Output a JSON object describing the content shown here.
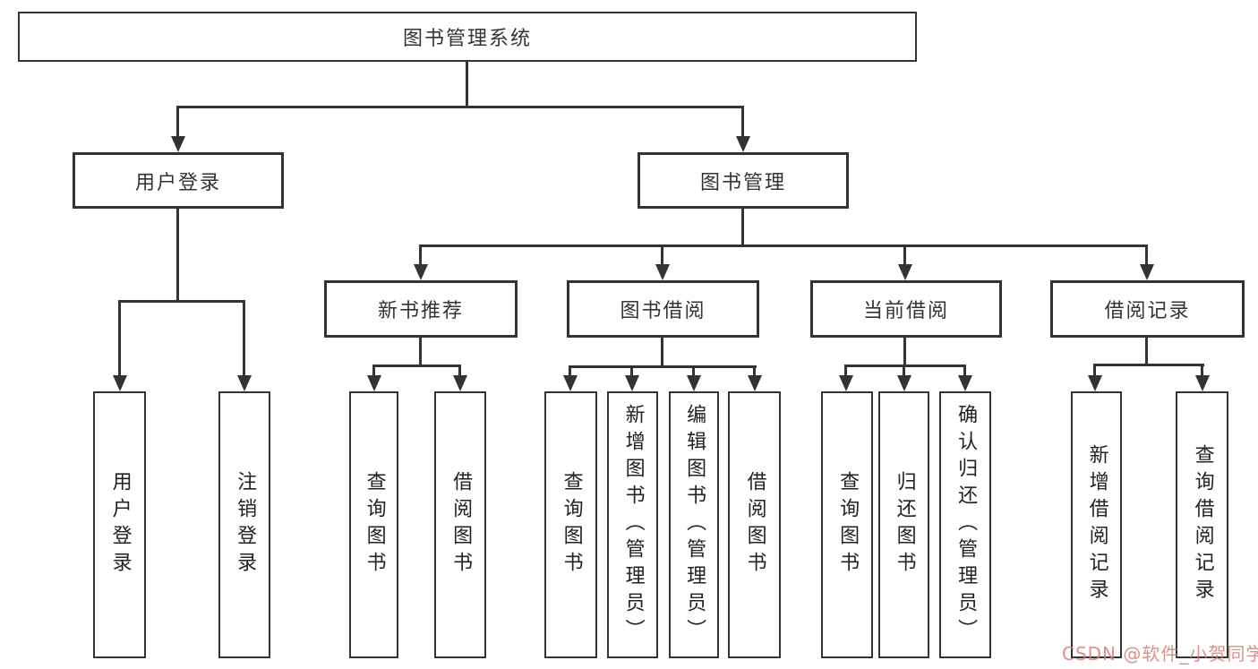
{
  "diagram": {
    "title": "图书管理系统",
    "level2": {
      "user_login": "用户登录",
      "book_management": "图书管理"
    },
    "level3": {
      "new_book_recommend": "新书推荐",
      "book_borrow": "图书借阅",
      "current_borrow": "当前借阅",
      "borrow_record": "借阅记录"
    },
    "leaves": {
      "user_login": "用户登录",
      "logout": "注销登录",
      "nbr_query_book": "查询图书",
      "nbr_borrow_book": "借阅图书",
      "bb_query_book": "查询图书",
      "bb_add_book_admin": "新增图书（管理员）",
      "bb_edit_book_admin": "编辑图书（管理员）",
      "bb_borrow_book": "借阅图书",
      "cb_query_book": "查询图书",
      "cb_return_book": "归还图书",
      "cb_confirm_return_admin": "确认归还（管理员）",
      "br_add_record": "新增借阅记录",
      "br_query_record": "查询借阅记录"
    }
  },
  "watermark": {
    "text": "CSDN @软件_小贺同学",
    "color": "#d67d73"
  },
  "colors": {
    "line": "#333333",
    "background": "#ffffff",
    "text": "#333333"
  }
}
